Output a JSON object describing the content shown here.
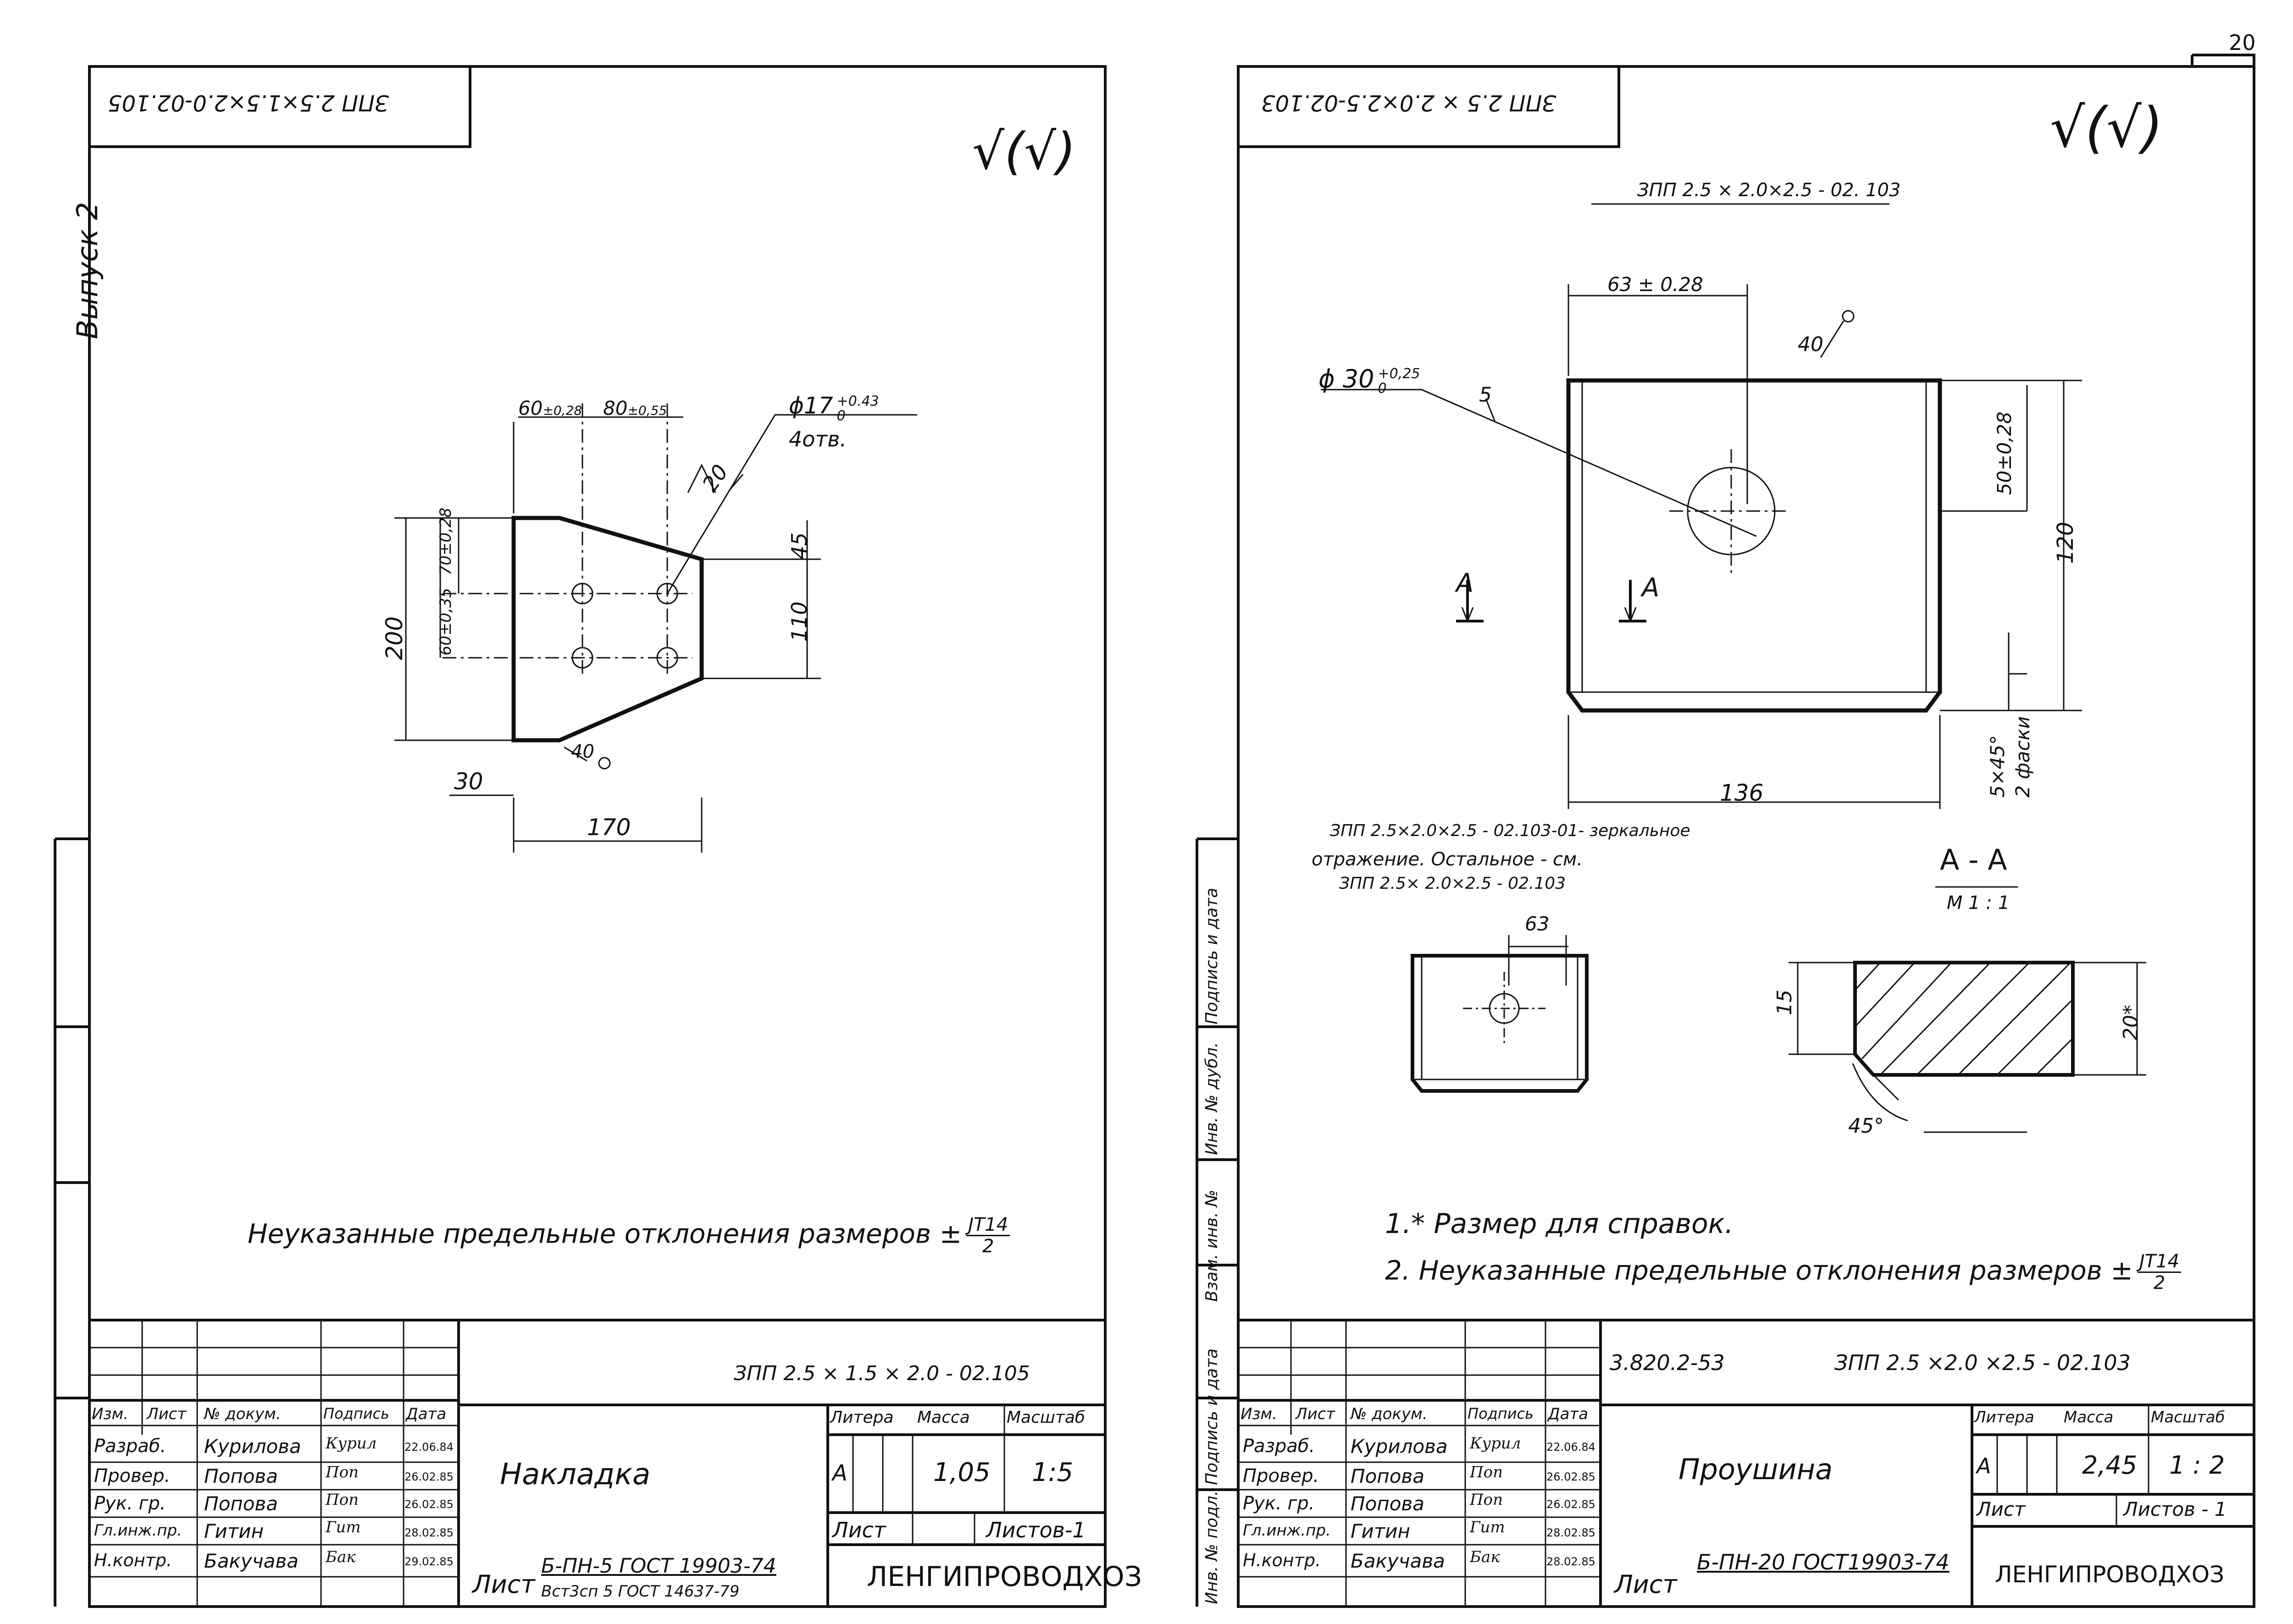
{
  "page_number": "20",
  "vypusk": "Выпуск 2",
  "left": {
    "top_stamp": "ЗПП 2.5×1.5×2.0-02.105",
    "check_mark": "√(√)",
    "dims": {
      "d1": "60",
      "d1_tol": "±0,28",
      "d2": "80",
      "d2_tol": "±0,55",
      "hole": "ϕ17",
      "hole_tol_up": "+0.43",
      "hole_tol_lo": "0",
      "hole_count": "4отв.",
      "rough_20": "20",
      "v45": "45",
      "v110": "110",
      "v200": "200",
      "v70": "70±0,28",
      "v60": "60±0,35",
      "rough_40": "40",
      "h30": "30",
      "h170": "170"
    },
    "note": "Неуказанные предельные отклонения размеров ±",
    "note_frac_num": "JT14",
    "note_frac_den": "2",
    "title_block": {
      "designation": "ЗПП 2.5 × 1.5 × 2.0 - 02.105",
      "part_name": "Накладка",
      "headers": [
        "Изм.",
        "Лист",
        "№ докум.",
        "Подпись",
        "Дата"
      ],
      "rows": [
        {
          "role": "Разраб.",
          "name": "Курилова",
          "sign": "Курил",
          "date": "22.06.84"
        },
        {
          "role": "Провер.",
          "name": "Попова",
          "sign": "Поп",
          "date": "26.02.85"
        },
        {
          "role": "Рук. гр.",
          "name": "Попова",
          "sign": "Поп",
          "date": "26.02.85"
        },
        {
          "role": "Гл.инж.пр.",
          "name": "Гитин",
          "sign": "Гит",
          "date": "28.02.85"
        },
        {
          "role": "Н.контр.",
          "name": "Бакучава",
          "sign": "Бак",
          "date": "29.02.85"
        }
      ],
      "litera_label": "Литера",
      "litera": "А",
      "mass_label": "Масса",
      "mass": "1,05",
      "scale_label": "Масштаб",
      "scale": "1:5",
      "sheet_label": "Лист",
      "sheets_label": "Листов-1",
      "material_prefix": "Лист",
      "material": "Б-ПН-5 ГОСТ 19903-74",
      "material2": "Вст3сп 5 ГОСТ 14637-79",
      "org": "ЛЕНГИПРОВОДХОЗ"
    }
  },
  "right": {
    "top_stamp": "ЗПП 2.5 × 2.0×2.5-02.103",
    "check_mark": "√(√)",
    "header_designation": "ЗПП 2.5 × 2.0×2.5 - 02. 103",
    "dims": {
      "d63": "63 ± 0.28",
      "rough_40": "40",
      "hole": "ϕ 30",
      "hole_tol_up": "+0,25",
      "hole_tol_lo": "0",
      "rough_5": "5",
      "v50": "50±0,28",
      "v120": "120",
      "chamfer": "5×45°",
      "chamfer2": "2 фаски",
      "h136": "136",
      "sec_mark": "А",
      "small_63": "63",
      "sec_15": "15",
      "sec_20": "20*",
      "sec_45": "45°"
    },
    "mirror_note_1": "ЗПП 2.5×2.0×2.5 - 02.103-01- зеркальное",
    "mirror_note_2": "отражение. Остальное - см.",
    "mirror_note_3": "ЗПП 2.5× 2.0×2.5 - 02.103",
    "section_title": "А - А",
    "section_scale": "М 1 : 1",
    "note1": "1.* Размер для справок.",
    "note2": "2. Неуказанные предельные отклонения размеров ±",
    "note_frac_num": "JT14",
    "note_frac_den": "2",
    "side_labels": [
      "Взам. инв. №",
      "Инв. № дубл.",
      "Подпись и дата",
      "Подпись и дата",
      "Инв. № подл."
    ],
    "title_block": {
      "doc_code": "3.820.2-53",
      "designation": "ЗПП 2.5 ×2.0 ×2.5 - 02.103",
      "part_name": "Проушина",
      "headers": [
        "Изм.",
        "Лист",
        "№ докум.",
        "Подпись",
        "Дата"
      ],
      "rows": [
        {
          "role": "Разраб.",
          "name": "Курилова",
          "sign": "Курил",
          "date": "22.06.84"
        },
        {
          "role": "Провер.",
          "name": "Попова",
          "sign": "Поп",
          "date": "26.02.85"
        },
        {
          "role": "Рук. гр.",
          "name": "Попова",
          "sign": "Поп",
          "date": "26.02.85"
        },
        {
          "role": "Гл.инж.пр.",
          "name": "Гитин",
          "sign": "Гит",
          "date": "28.02.85"
        },
        {
          "role": "Н.контр.",
          "name": "Бакучава",
          "sign": "Бак",
          "date": "28.02.85"
        }
      ],
      "litera_label": "Литера",
      "litera": "А",
      "mass_label": "Масса",
      "mass": "2,45",
      "scale_label": "Масштаб",
      "scale": "1 : 2",
      "sheet_label": "Лист",
      "sheets_label": "Листов - 1",
      "material_prefix": "Лист",
      "material": "Б-ПН-20 ГОСТ19903-74",
      "org": "ЛЕНГИПРОВОДХОЗ"
    }
  }
}
